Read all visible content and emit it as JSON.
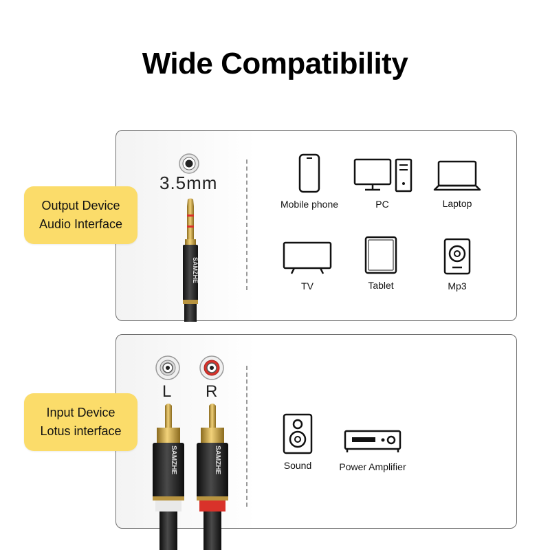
{
  "title": "Wide Compatibility",
  "output": {
    "badge_line1": "Output Device",
    "badge_line2": "Audio Interface",
    "jack_label": "3.5mm",
    "brand": "SAMZHE",
    "devices": [
      {
        "label": "Mobile phone",
        "icon": "mobile-phone-icon"
      },
      {
        "label": "PC",
        "icon": "desktop-pc-icon"
      },
      {
        "label": "Laptop",
        "icon": "laptop-icon"
      },
      {
        "label": "TV",
        "icon": "tv-icon"
      },
      {
        "label": "Tablet",
        "icon": "tablet-icon"
      },
      {
        "label": "Mp3",
        "icon": "mp3-player-icon"
      }
    ]
  },
  "input": {
    "badge_line1": "Input Device",
    "badge_line2": "Lotus interface",
    "left_label": "L",
    "right_label": "R",
    "brand": "SAMZHE",
    "devices": [
      {
        "label": "Sound",
        "icon": "speaker-icon"
      },
      {
        "label": "Power Amplifier",
        "icon": "power-amplifier-icon"
      }
    ]
  },
  "colors": {
    "badge": "#fbdc6a",
    "panel_border": "#6b6b6b",
    "gold": "#d4a640",
    "red_ring": "#d9322a"
  }
}
